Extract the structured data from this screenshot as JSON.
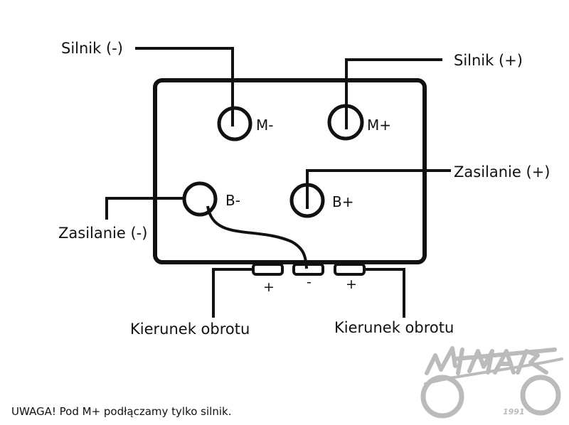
{
  "labels": {
    "silnik_minus": "Silnik (-)",
    "silnik_plus": "Silnik (+)",
    "zasilanie_plus": "Zasilanie (+)",
    "zasilanie_minus": "Zasilanie (-)",
    "kierunek_left": "Kierunek obrotu",
    "kierunek_right": "Kierunek obrotu"
  },
  "terminals": {
    "m_minus": "M-",
    "m_plus": "M+",
    "b_minus": "B-",
    "b_plus": "B+"
  },
  "connector_polarity": {
    "left": "+",
    "middle": "-",
    "right": "+"
  },
  "warning": "UWAGA! Pod M+ podłączamy tylko silnik.",
  "logo": {
    "text": "WIMAR",
    "year": "1991",
    "color": "#bbbbbb"
  },
  "colors": {
    "line": "#111111",
    "background": "#ffffff"
  }
}
